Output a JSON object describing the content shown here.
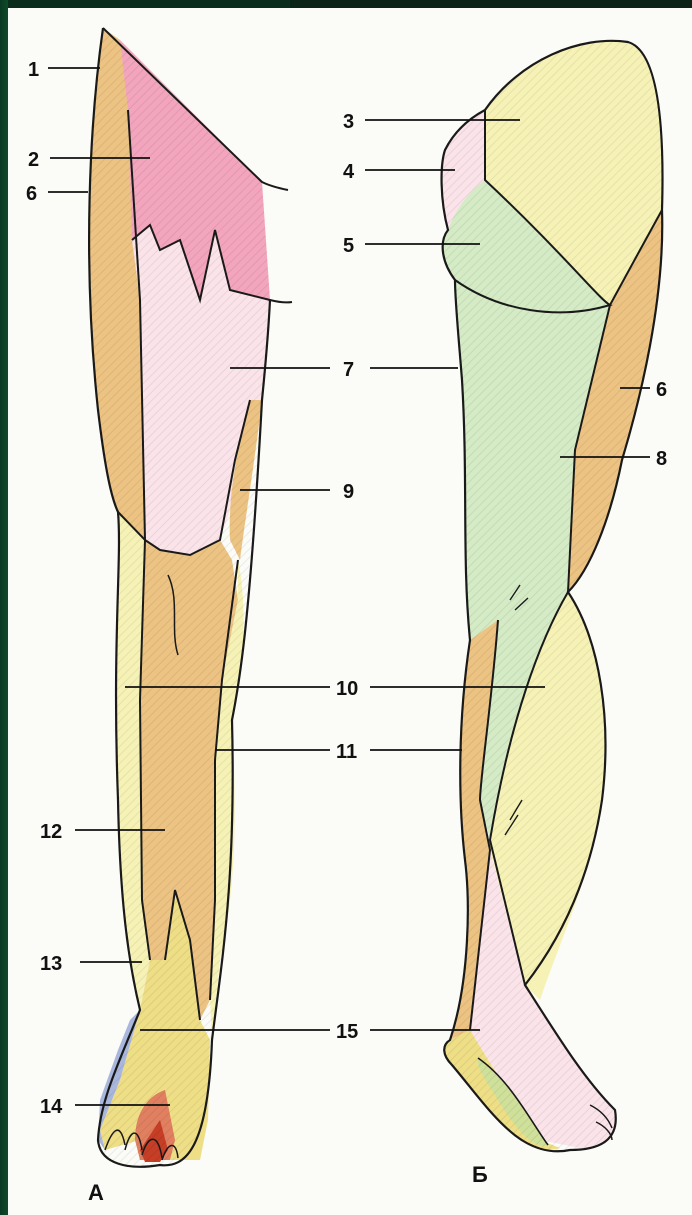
{
  "labels": {
    "l1": "1",
    "l2": "2",
    "l6a": "6",
    "l3": "3",
    "l4": "4",
    "l5": "5",
    "l7": "7",
    "l6b": "6",
    "l8": "8",
    "l9": "9",
    "l10": "10",
    "l11": "11",
    "l12": "12",
    "l13": "13",
    "l14": "14",
    "l15": "15",
    "viewA": "А",
    "viewB": "Б"
  },
  "colors": {
    "orange": "#ecc382",
    "pink": "#f2a5bd",
    "pale_pink": "#fbe3ea",
    "pale_yellow": "#f6f2b6",
    "green": "#d4ebc5",
    "yellow": "#eede86",
    "blue": "#aab7dc",
    "outline": "#1a1a1a"
  }
}
